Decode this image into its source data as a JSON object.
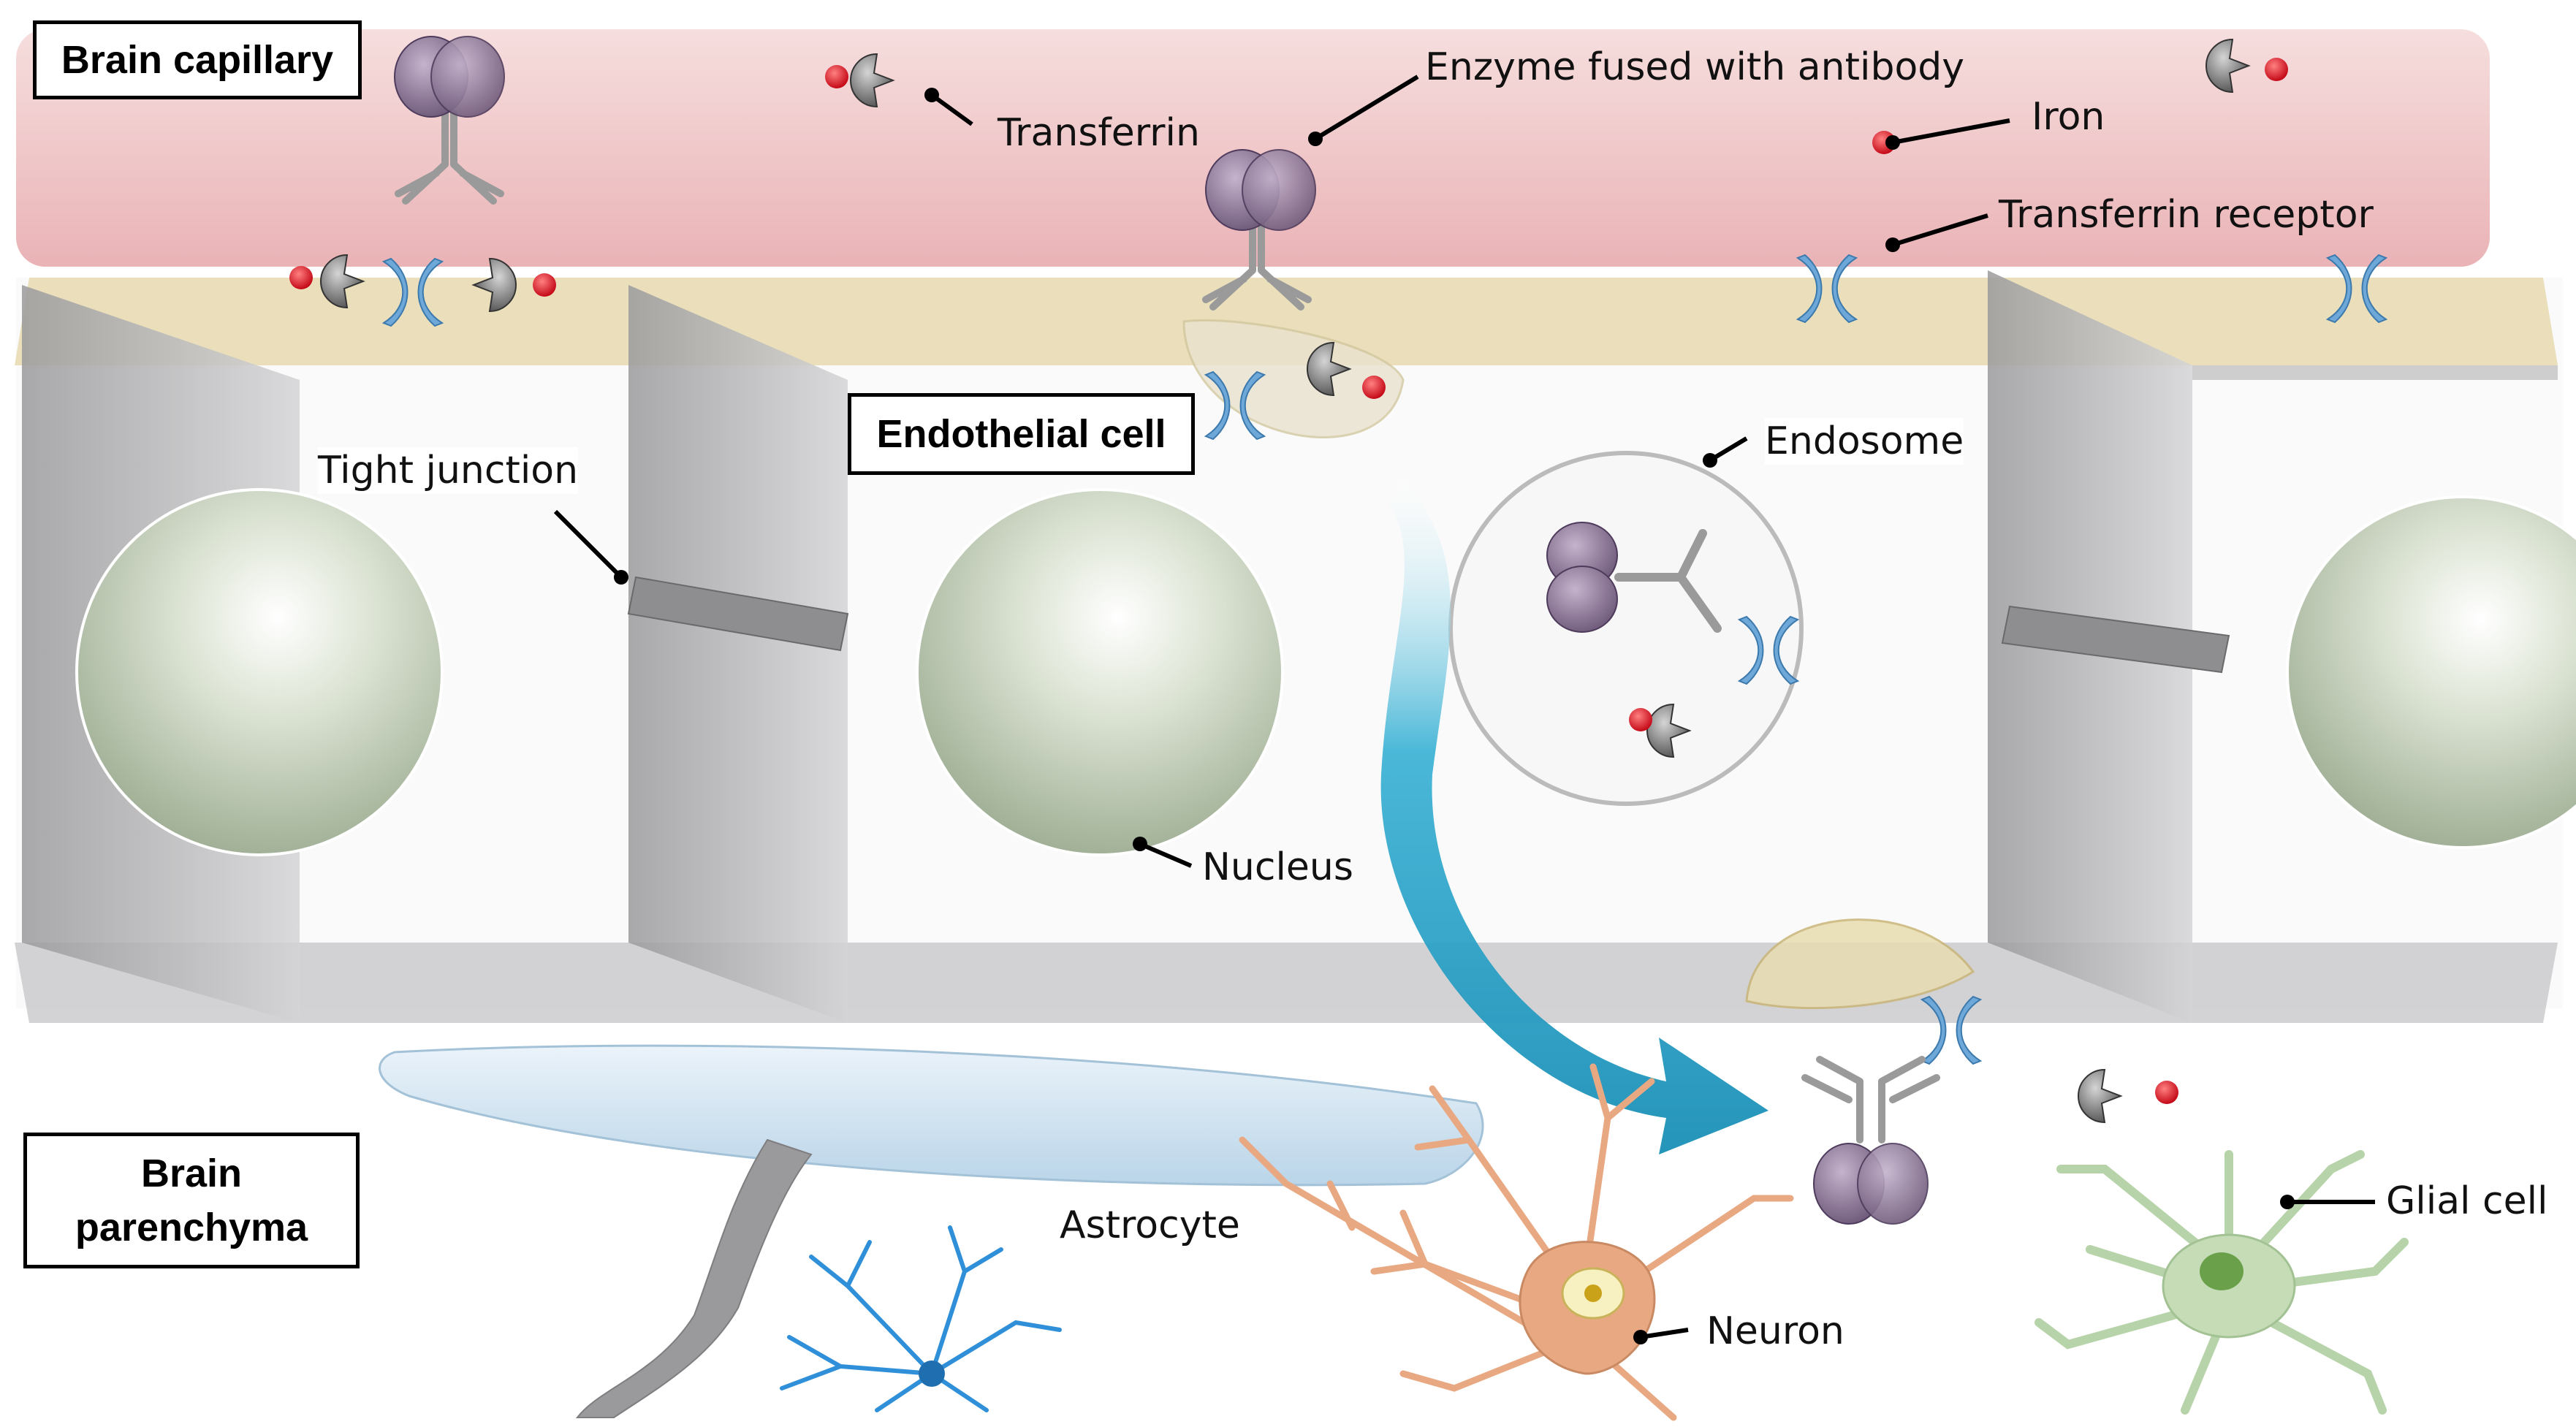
{
  "regions": {
    "capillary": "Brain capillary",
    "endothelial": "Endothelial cell",
    "parenchyma": "Brain\nparenchyma"
  },
  "labels": {
    "transferrin": "Transferrin",
    "enzyme": "Enzyme fused with antibody",
    "iron": "Iron",
    "receptor": "Transferrin receptor",
    "tight_junction": "Tight junction",
    "endosome": "Endosome",
    "nucleus": "Nucleus",
    "astrocyte": "Astrocyte",
    "neuron": "Neuron",
    "glial": "Glial cell"
  },
  "colors": {
    "capillary": "#efbdbf",
    "cell_wall": "#b5b5b7",
    "nucleus": "#c9d6c0",
    "receptor": "#6ea8d8",
    "iron": "#e0000f",
    "enzyme": "#8c6f96",
    "arrow": "#1f9fc2",
    "astrocyte": "#2f8fd8",
    "neuron": "#e8a982",
    "glial": "#b7d3a9"
  }
}
